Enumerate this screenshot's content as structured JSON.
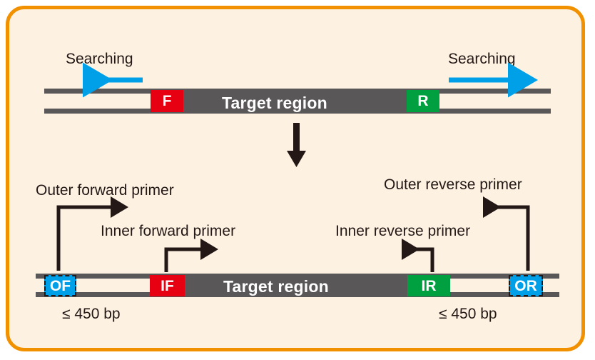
{
  "figure": {
    "title": "Nested PCR primer design schematic",
    "background_color": "#FDF2E2",
    "border_color": "#F29100",
    "strand_color": "#595757",
    "arrow_blue": "#00A0E9",
    "arrow_black": "#231815"
  },
  "panel_top": {
    "searching_left_label": "Searching",
    "searching_right_label": "Searching",
    "forward_primer_box": "F",
    "reverse_primer_box": "R",
    "target_region_label": "Target region"
  },
  "transition": {
    "arrow_icon": "down-arrow-icon"
  },
  "panel_bottom": {
    "outer_forward_label": "Outer forward primer",
    "inner_forward_label": "Inner forward primer",
    "inner_reverse_label": "Inner reverse primer",
    "outer_reverse_label": "Outer reverse primer",
    "target_region_label": "Target region",
    "boxes": {
      "outer_forward": "OF",
      "inner_forward": "IF",
      "inner_reverse": "IR",
      "outer_reverse": "OR"
    },
    "length_left": "≤ 450 bp",
    "length_right": "≤ 450 bp"
  }
}
